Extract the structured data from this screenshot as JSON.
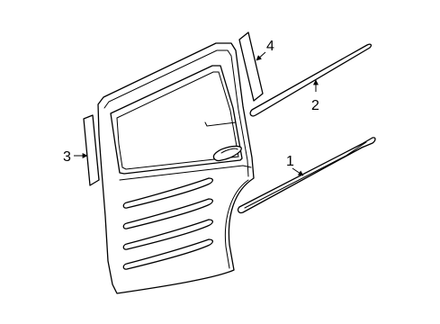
{
  "diagram": {
    "callouts": {
      "c1": "1",
      "c2": "2",
      "c3": "3",
      "c4": "4"
    },
    "colors": {
      "line": "#000000",
      "background": "#ffffff"
    }
  }
}
